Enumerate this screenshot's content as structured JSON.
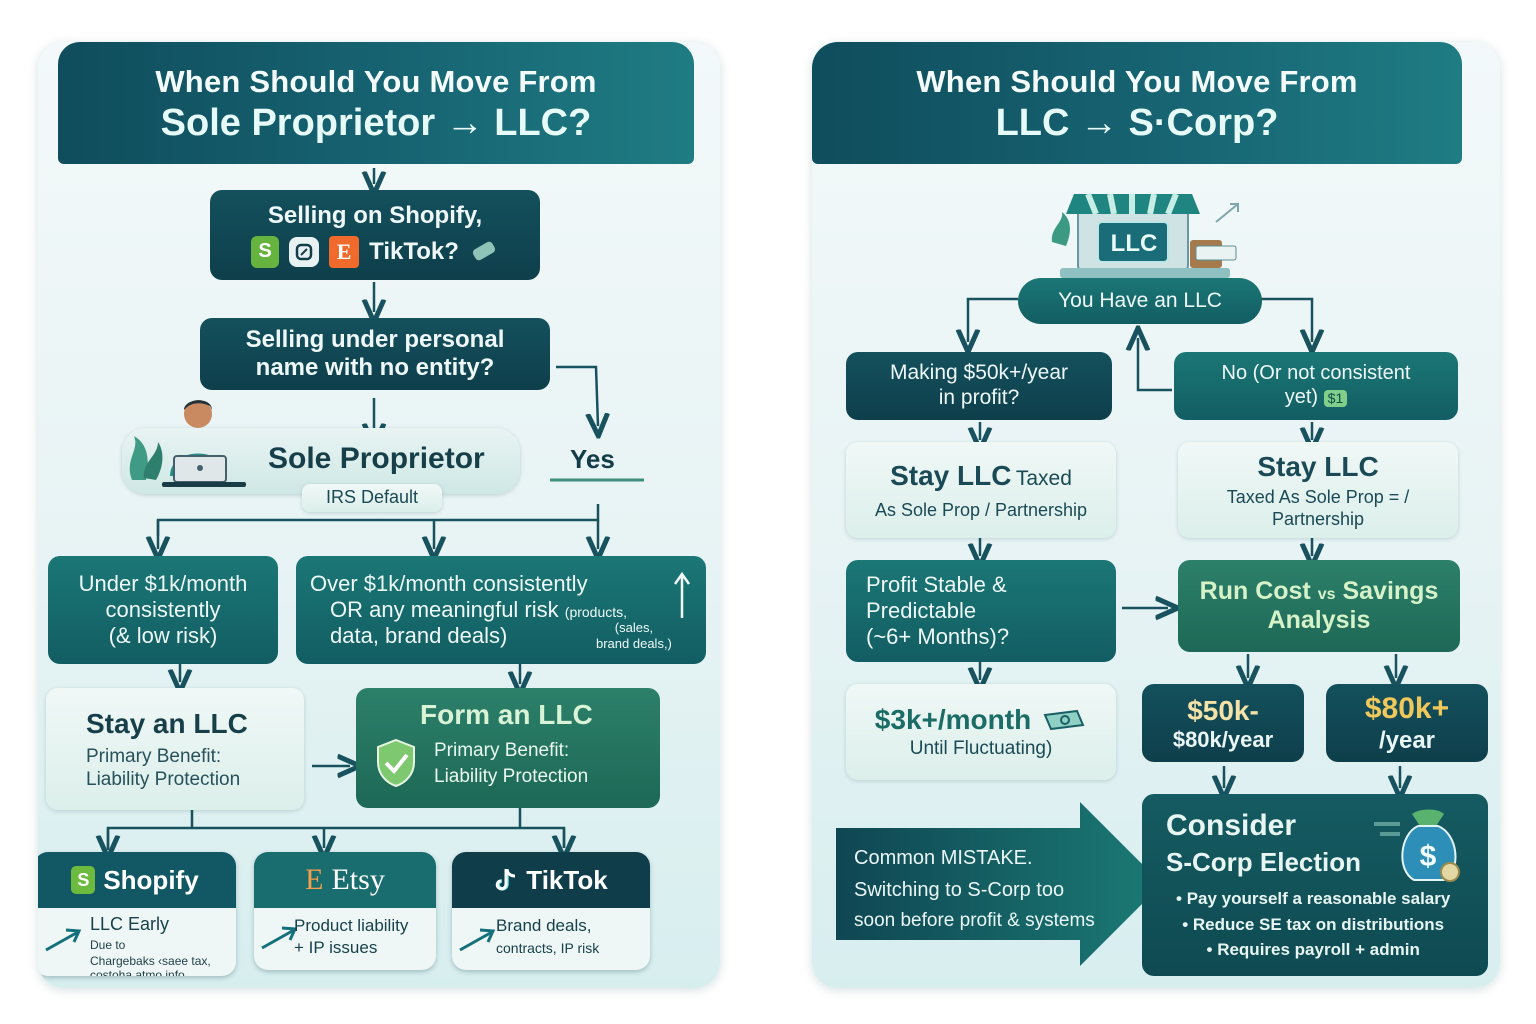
{
  "left": {
    "title_line1": "When Should You Move From",
    "title_line2": "Sole Proprietor → LLC?",
    "q1_line1": "Selling on Shopify,",
    "q1_line2": "TikTok?",
    "q2_line1": "Selling under personal",
    "q2_line2": "name with no entity?",
    "sole_prop": "Sole Proprietor",
    "irs_default": "IRS Default",
    "yes": "Yes",
    "under_line1": "Under $1k/month",
    "under_line2": "consistently",
    "under_line3": "(& low risk)",
    "over_line1": "Over $1k/month  consistently",
    "over_line2": "OR any meaningful risk",
    "over_line2_small": "(products,",
    "over_line3": "data, brand deals)",
    "over_small_2": "(sales,",
    "over_small_3": "brand deals,)",
    "stay_title": "Stay an LLC",
    "stay_sub1": "Primary Benefit:",
    "stay_sub2": "Liability Protection",
    "form_title": "Form an LLC",
    "form_sub1": "Primary Benefit:",
    "form_sub2": "Liability Protection",
    "cards": [
      {
        "name": "Shopify",
        "line1": "LLC Early",
        "line2": "Due to",
        "line3": "Chargebaks ‹saee tax,",
        "line4": "costoha atmo info"
      },
      {
        "name": "Etsy",
        "line1": "Product liability",
        "line2": "+  IP issues"
      },
      {
        "name": "TikTok",
        "line1": "Brand deals,",
        "line2": "contracts, IP risk"
      }
    ],
    "shopify_glyph": "S",
    "etsy_glyph": "E"
  },
  "right": {
    "title_line1": "When Should You Move From",
    "title_line2": "LLC → S·Corp?",
    "store_label": "LLC",
    "have_llc": "You Have an LLC",
    "making_line1": "Making $50k+/year",
    "making_line2": "in profit?",
    "no_line1": "No (Or not consistent",
    "no_line2": "yet)",
    "no_badge": "$1",
    "stay_a_title": "Stay LLC",
    "stay_a_title_small": "Taxed",
    "stay_a_sub": "As Sole Prop / Partnership",
    "stay_b_title": "Stay LLC",
    "stay_b_sub1": "Taxed As Sole Prop = /",
    "stay_b_sub2": "Partnership",
    "profit_line1": "Profit Stable &",
    "profit_line2": "Predictable",
    "profit_line3": "(~6+ Months)?",
    "run_line1": "Run Cost",
    "run_vs": "vs",
    "run_line1b": "Savings",
    "run_line2": "Analysis",
    "three_line1": "$3k+/month",
    "three_line2": "Until Fluctuating)",
    "fifty_line1": "$50k-",
    "fifty_line2": "$80k/year",
    "eighty_line1": "$80k+",
    "eighty_line2": "/year",
    "mistake_line1": "Common MISTAKE.",
    "mistake_line2": "Switching to S-Corp too",
    "mistake_line3": "soon before profit & systems",
    "consider_line1": "Consider",
    "consider_line2": "S-Corp Election",
    "bullets": [
      "Pay yourself a reasonable salary",
      "Reduce SE tax on distributions",
      "Requires payroll + admin"
    ]
  },
  "colors": {
    "dark": "#0e3f4b",
    "teal": "#1b7775",
    "green": "#2c806a",
    "light": "#e4f2ef",
    "accent": "#f0c75a"
  }
}
